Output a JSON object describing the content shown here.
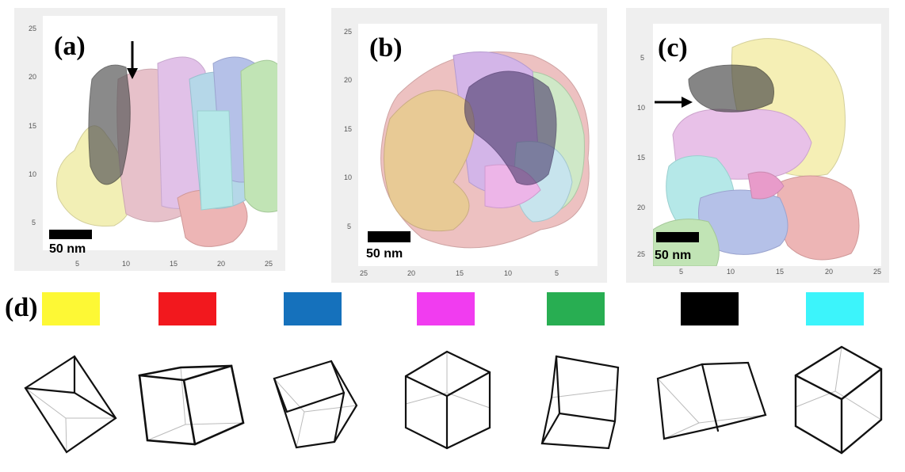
{
  "panels": [
    {
      "label": "(a)",
      "scale_bar_label": "50 nm",
      "y_ticks": [
        "25",
        "20",
        "15",
        "10",
        "5"
      ],
      "x_ticks": [
        "5",
        "10",
        "15",
        "20",
        "25"
      ]
    },
    {
      "label": "(b)",
      "scale_bar_label": "50 nm",
      "y_ticks": [
        "25",
        "20",
        "15",
        "10",
        "5"
      ],
      "x_ticks": [
        "25",
        "20",
        "15",
        "10",
        "5"
      ]
    },
    {
      "label": "(c)",
      "scale_bar_label": "50 nm",
      "y_ticks": [
        "5",
        "10",
        "15",
        "20",
        "25"
      ],
      "x_ticks": [
        "5",
        "10",
        "15",
        "20",
        "25"
      ]
    }
  ],
  "legend": {
    "label": "(d)",
    "swatches": [
      {
        "color": "#fdf835",
        "name": "yellow"
      },
      {
        "color": "#f2181e",
        "name": "red"
      },
      {
        "color": "#1571bc",
        "name": "blue"
      },
      {
        "color": "#f13cf0",
        "name": "magenta"
      },
      {
        "color": "#28ae52",
        "name": "green"
      },
      {
        "color": "#000000",
        "name": "black"
      },
      {
        "color": "#3cf4fb",
        "name": "cyan"
      }
    ]
  }
}
